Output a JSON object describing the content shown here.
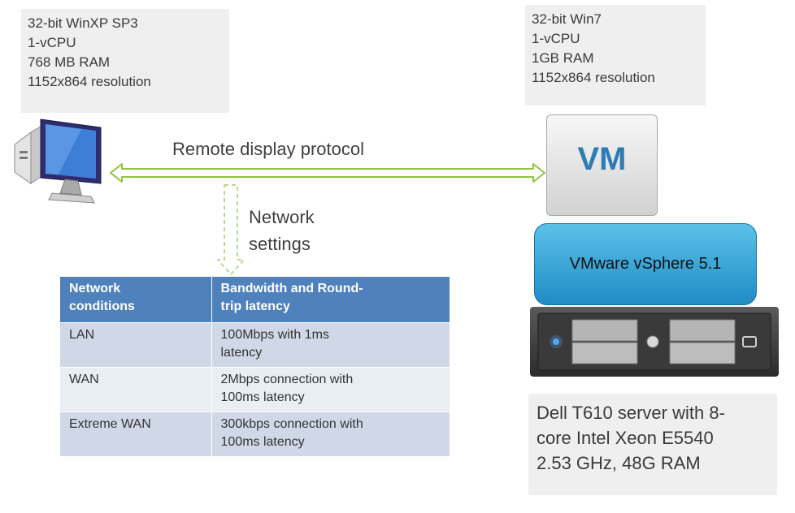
{
  "client_specs": [
    "32-bit WinXP SP3",
    "1-vCPU",
    "768 MB RAM",
    "1152x864 resolution"
  ],
  "vm_specs": [
    "32-bit Win7",
    "1-vCPU",
    "1GB RAM",
    "1152x864 resolution"
  ],
  "protocol_label": "Remote display protocol",
  "network_label": [
    "Network",
    "settings"
  ],
  "vm_label": "VM",
  "hypervisor_label": "VMware vSphere 5.1",
  "server_caption": [
    "Dell T610 server with 8-",
    "core Intel Xeon E5540",
    "2.53 GHz, 48G RAM"
  ],
  "network_table": {
    "headers": [
      [
        "Network",
        "conditions"
      ],
      [
        "Bandwidth and Round-",
        "trip latency"
      ]
    ],
    "rows": [
      {
        "name": "LAN",
        "desc": [
          "100Mbps with 1ms",
          "latency"
        ]
      },
      {
        "name": "WAN",
        "desc": [
          "2Mbps connection with",
          "100ms latency"
        ]
      },
      {
        "name": "Extreme WAN",
        "desc": [
          "300kbps connection with",
          "100ms latency"
        ]
      }
    ]
  },
  "colors": {
    "arrow": "#8dc63f",
    "table_header": "#4f81bd",
    "table_row_dark": "#d0d8e8",
    "table_row_light": "#e9edf4",
    "vm_text": "#2e7cb5",
    "hypervisor": "#29a3d9"
  },
  "icons": {
    "client": "desktop-computer-icon",
    "server": "rack-server-icon"
  }
}
